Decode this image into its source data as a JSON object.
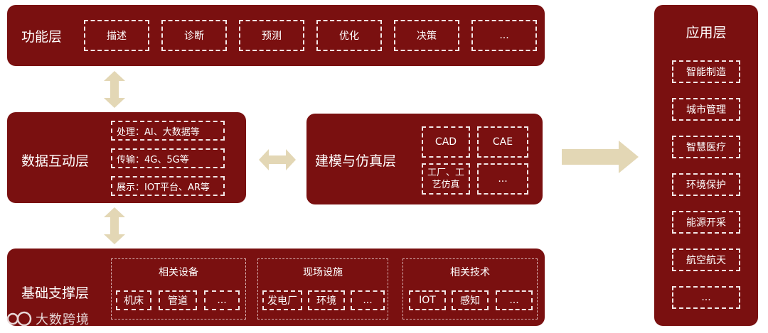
{
  "function_layer": {
    "title": "功能层",
    "items": [
      "描述",
      "诊断",
      "预测",
      "优化",
      "决策",
      "..."
    ]
  },
  "data_layer": {
    "title": "数据互动层",
    "items": [
      "处理：AI、大数据等",
      "传输：4G、5G等",
      "展示：IOT平台、AR等"
    ]
  },
  "modeling_layer": {
    "title": "建模与仿真层",
    "items": [
      "CAD",
      "CAE",
      "工厂、工艺仿真",
      "..."
    ]
  },
  "base_layer": {
    "title": "基础支撑层",
    "groups": [
      {
        "title": "相关设备",
        "items": [
          "机床",
          "管道",
          "..."
        ]
      },
      {
        "title": "现场设施",
        "items": [
          "发电厂",
          "环境",
          "..."
        ]
      },
      {
        "title": "相关技术",
        "items": [
          "IOT",
          "感知",
          "..."
        ]
      }
    ]
  },
  "application_layer": {
    "title": "应用层",
    "items": [
      "智能制造",
      "城市管理",
      "智慧医疗",
      "环境保护",
      "能源开采",
      "航空航天",
      "..."
    ]
  },
  "logo": {
    "text": "大数跨境"
  },
  "colors": {
    "panel": "#7a1010",
    "arrow": "#e3d7b5"
  }
}
